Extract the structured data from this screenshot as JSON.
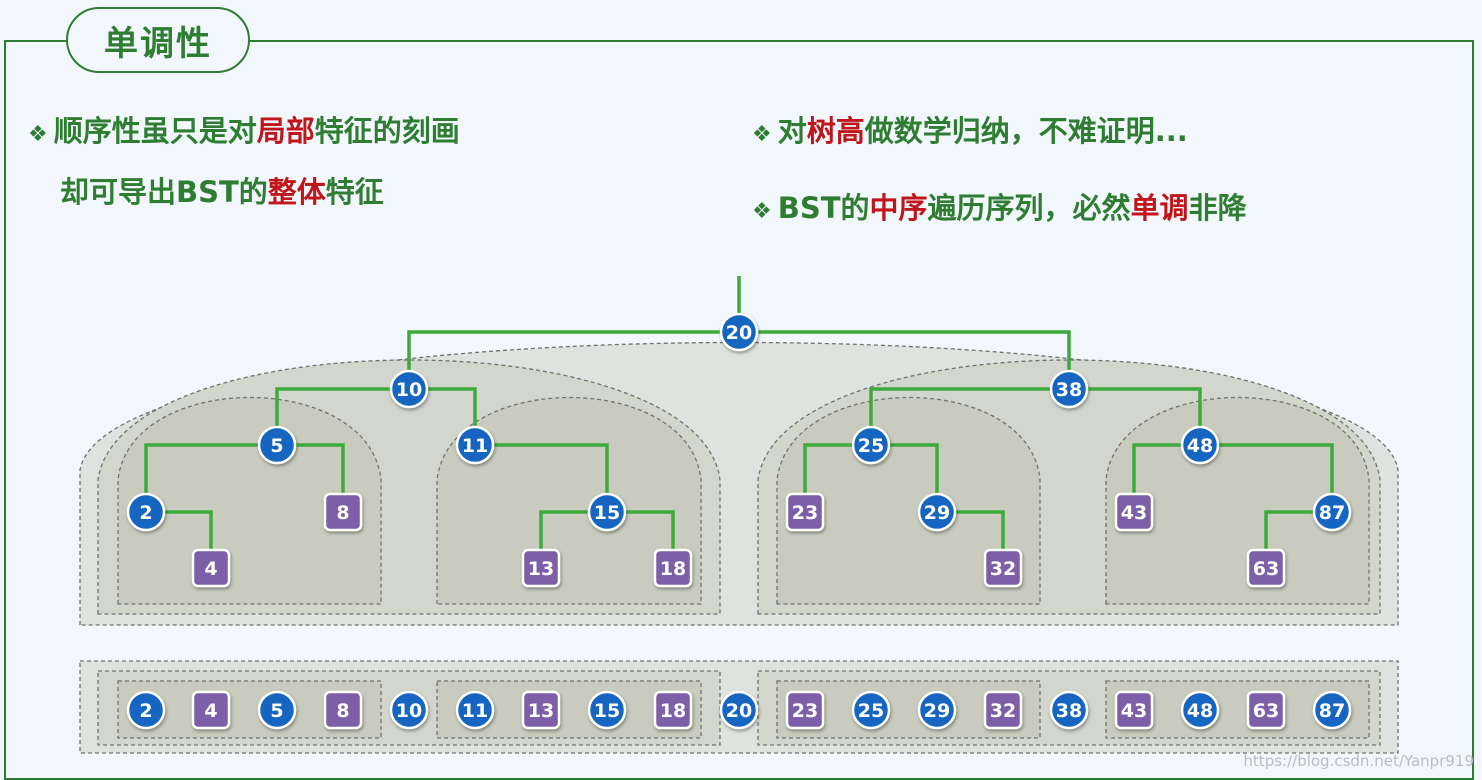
{
  "title": "单调性",
  "left_bullets": {
    "line1": [
      "顺序性虽只是对",
      "局部",
      "特征的刻画"
    ],
    "line2": [
      "却可导出BST的",
      "整体",
      "特征"
    ]
  },
  "right_bullets": {
    "line1": [
      "对",
      "树高",
      "做数学归纳，不难证明..."
    ],
    "line2": [
      "BST的",
      "中序",
      "遍历序列，必然",
      "单调",
      "非降"
    ]
  },
  "bullet_symbol": "❖",
  "colors": {
    "green": "#2e7d32",
    "red": "#c0161b",
    "blue_node": "#1565c0",
    "purple_leaf": "#7b5ea7",
    "tree_line": "#3daa3d"
  },
  "tree": {
    "nodes": [
      {
        "id": "20",
        "label": "20",
        "kind": "internal"
      },
      {
        "id": "10",
        "label": "10",
        "kind": "internal"
      },
      {
        "id": "38",
        "label": "38",
        "kind": "internal"
      },
      {
        "id": "5",
        "label": "5",
        "kind": "internal"
      },
      {
        "id": "11",
        "label": "11",
        "kind": "internal"
      },
      {
        "id": "25",
        "label": "25",
        "kind": "internal"
      },
      {
        "id": "48",
        "label": "48",
        "kind": "internal"
      },
      {
        "id": "2",
        "label": "2",
        "kind": "internal"
      },
      {
        "id": "8",
        "label": "8",
        "kind": "leaf"
      },
      {
        "id": "15",
        "label": "15",
        "kind": "internal"
      },
      {
        "id": "23",
        "label": "23",
        "kind": "leaf"
      },
      {
        "id": "29",
        "label": "29",
        "kind": "internal"
      },
      {
        "id": "43",
        "label": "43",
        "kind": "leaf"
      },
      {
        "id": "87",
        "label": "87",
        "kind": "internal"
      },
      {
        "id": "4",
        "label": "4",
        "kind": "leaf"
      },
      {
        "id": "13",
        "label": "13",
        "kind": "leaf"
      },
      {
        "id": "18",
        "label": "18",
        "kind": "leaf"
      },
      {
        "id": "32",
        "label": "32",
        "kind": "leaf"
      },
      {
        "id": "63",
        "label": "63",
        "kind": "leaf"
      }
    ],
    "edges": [
      [
        "20",
        "10"
      ],
      [
        "20",
        "38"
      ],
      [
        "10",
        "5"
      ],
      [
        "10",
        "11"
      ],
      [
        "38",
        "25"
      ],
      [
        "38",
        "48"
      ],
      [
        "5",
        "2"
      ],
      [
        "5",
        "8"
      ],
      [
        "11",
        "15"
      ],
      [
        "25",
        "23"
      ],
      [
        "25",
        "29"
      ],
      [
        "48",
        "43"
      ],
      [
        "48",
        "87"
      ],
      [
        "2",
        "4"
      ],
      [
        "15",
        "13"
      ],
      [
        "15",
        "18"
      ],
      [
        "29",
        "32"
      ],
      [
        "87",
        "63"
      ]
    ]
  },
  "inorder": [
    {
      "label": "2",
      "kind": "internal"
    },
    {
      "label": "4",
      "kind": "leaf"
    },
    {
      "label": "5",
      "kind": "internal"
    },
    {
      "label": "8",
      "kind": "leaf"
    },
    {
      "label": "10",
      "kind": "internal"
    },
    {
      "label": "11",
      "kind": "internal"
    },
    {
      "label": "13",
      "kind": "leaf"
    },
    {
      "label": "15",
      "kind": "internal"
    },
    {
      "label": "18",
      "kind": "leaf"
    },
    {
      "label": "20",
      "kind": "internal"
    },
    {
      "label": "23",
      "kind": "leaf"
    },
    {
      "label": "25",
      "kind": "internal"
    },
    {
      "label": "29",
      "kind": "internal"
    },
    {
      "label": "32",
      "kind": "leaf"
    },
    {
      "label": "38",
      "kind": "internal"
    },
    {
      "label": "43",
      "kind": "leaf"
    },
    {
      "label": "48",
      "kind": "internal"
    },
    {
      "label": "63",
      "kind": "leaf"
    },
    {
      "label": "87",
      "kind": "internal"
    }
  ],
  "watermark": "https://blog.csdn.net/Yanpr919"
}
